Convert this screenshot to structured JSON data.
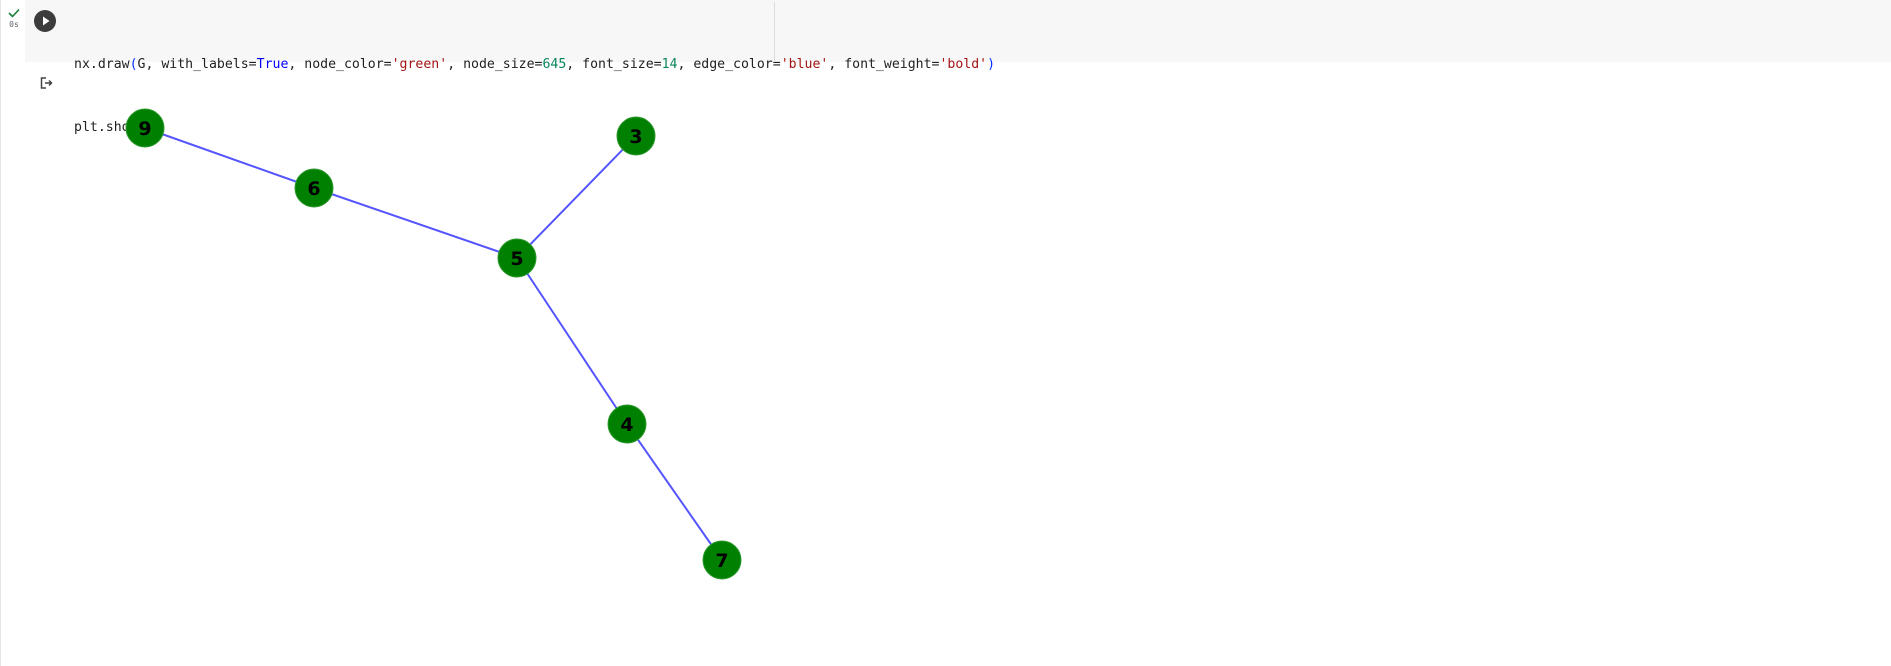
{
  "execution": {
    "status_icon": "check-icon",
    "time": "0s"
  },
  "cell": {
    "run_button_icon": "play-icon",
    "code_line1": [
      {
        "t": "nx.draw",
        "c": ""
      },
      {
        "t": "(",
        "c": "paren"
      },
      {
        "t": "G, with_labels=",
        "c": ""
      },
      {
        "t": "True",
        "c": "kw"
      },
      {
        "t": ", node_color=",
        "c": ""
      },
      {
        "t": "'green'",
        "c": "str"
      },
      {
        "t": ", node_size=",
        "c": ""
      },
      {
        "t": "645",
        "c": "num"
      },
      {
        "t": ", font_size=",
        "c": ""
      },
      {
        "t": "14",
        "c": "num"
      },
      {
        "t": ", edge_color=",
        "c": ""
      },
      {
        "t": "'blue'",
        "c": "str"
      },
      {
        "t": ", font_weight=",
        "c": ""
      },
      {
        "t": "'bold'",
        "c": "str"
      },
      {
        "t": ")",
        "c": "paren"
      }
    ],
    "code_line2": [
      {
        "t": "plt.show",
        "c": ""
      },
      {
        "t": "()",
        "c": "paren"
      }
    ]
  },
  "output": {
    "icon": "output-redirect-icon",
    "graph": {
      "node_color": "#008000",
      "edge_color": "#5555ff",
      "nodes": [
        {
          "id": "9"
        },
        {
          "id": "6"
        },
        {
          "id": "3"
        },
        {
          "id": "5"
        },
        {
          "id": "4"
        },
        {
          "id": "7"
        }
      ],
      "edges": [
        [
          "9",
          "6"
        ],
        [
          "6",
          "5"
        ],
        [
          "3",
          "5"
        ],
        [
          "5",
          "4"
        ],
        [
          "4",
          "7"
        ]
      ]
    }
  }
}
